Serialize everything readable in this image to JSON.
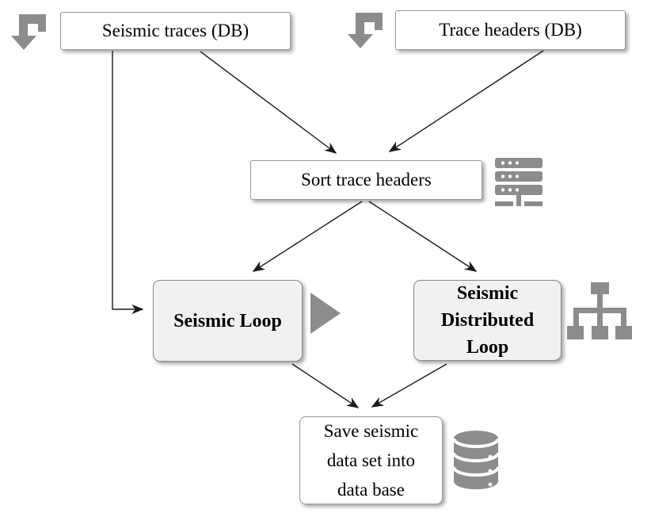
{
  "diagram": {
    "type": "flowchart",
    "nodes": {
      "seismic_traces": {
        "label": "Seismic traces (DB)",
        "kind": "data-source"
      },
      "trace_headers": {
        "label": "Trace headers (DB)",
        "kind": "data-source"
      },
      "sort_trace_headers": {
        "label": "Sort trace headers",
        "kind": "step"
      },
      "seismic_loop": {
        "label": "Seismic Loop",
        "kind": "process"
      },
      "seismic_distributed_loop": {
        "label": "Seismic\nDistributed\nLoop",
        "kind": "process"
      },
      "save_to_database": {
        "label": "Save seismic\ndata set into\ndata base",
        "kind": "step"
      }
    },
    "edges": [
      {
        "from": "seismic_traces",
        "to": "seismic_loop"
      },
      {
        "from": "seismic_traces",
        "to": "sort_trace_headers"
      },
      {
        "from": "trace_headers",
        "to": "sort_trace_headers"
      },
      {
        "from": "sort_trace_headers",
        "to": "seismic_loop"
      },
      {
        "from": "sort_trace_headers",
        "to": "seismic_distributed_loop"
      },
      {
        "from": "seismic_loop",
        "to": "save_to_database"
      },
      {
        "from": "seismic_distributed_loop",
        "to": "save_to_database"
      }
    ],
    "icons": {
      "seismic_traces": "turn-down-arrow",
      "trace_headers": "turn-down-arrow",
      "sort_trace_headers": "server-rack",
      "seismic_loop": "play-triangle",
      "seismic_distributed_loop": "hierarchy-tree",
      "save_to_database": "database-cylinder"
    },
    "colors": {
      "background": "#ffffff",
      "io_fill": "#ffffff",
      "io_border": "#9a9a9a",
      "process_fill": "#f1f1f1",
      "process_border": "#8a8a8a",
      "icon_gray": "#8c8c8c",
      "arrow": "#1a1a1a",
      "text": "#000000"
    }
  }
}
